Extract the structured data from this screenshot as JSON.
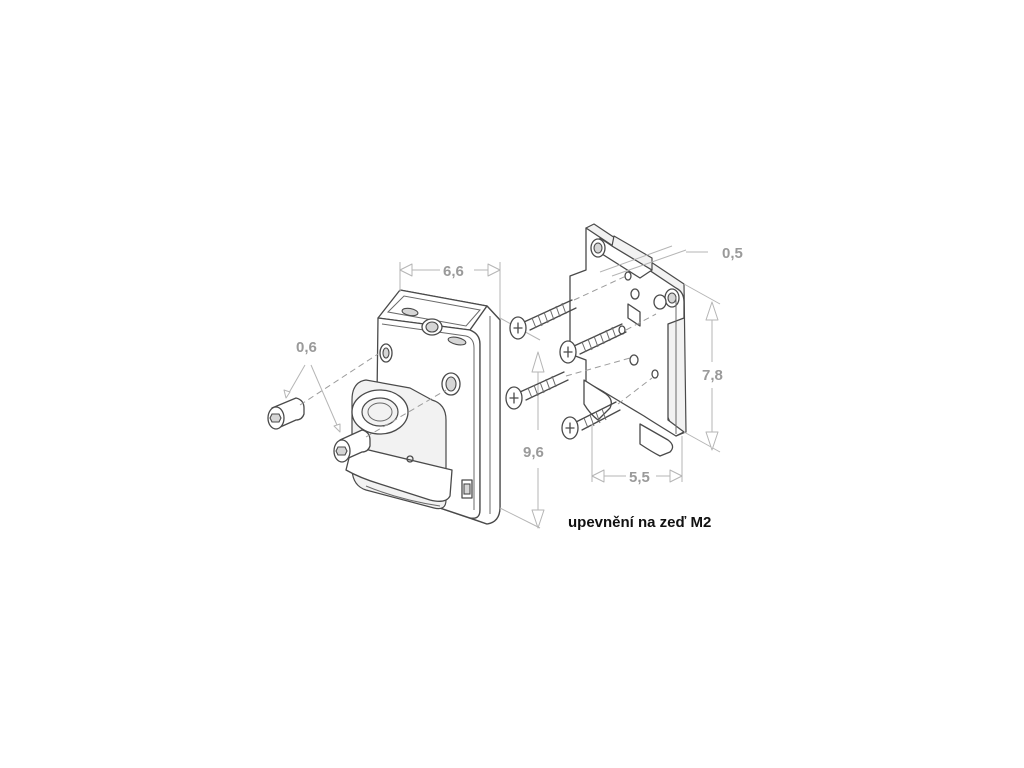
{
  "dimensions": {
    "screw_length": "0,6",
    "device_width": "6,6",
    "device_height": "9,6",
    "plate_thickness": "0,5",
    "plate_height": "7,8",
    "plate_width": "5,5"
  },
  "caption": "upevnění na zeď M2",
  "colors": {
    "line": "#4a4a4a",
    "dimension": "#9a9a9a",
    "caption": "#111111"
  }
}
